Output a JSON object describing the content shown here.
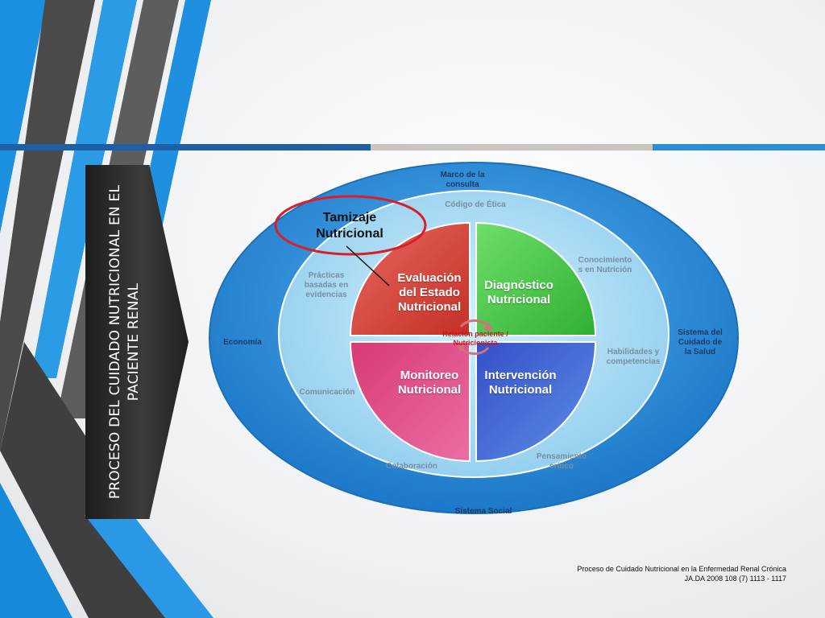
{
  "banner": {
    "title": "PROCESO DEL CUIDADO NUTRICIONAL EN EL PACIENTE RENAL"
  },
  "diagram": {
    "outer_ring": {
      "top": "Marco de la consulta",
      "left": "Economía",
      "right": "Sistema del Cuidado de la Salud",
      "bottom": "Sistema Social"
    },
    "inner_ring": {
      "top": "Código de Ética",
      "upper_left": "Prácticas basadas en evidencias",
      "upper_right": "Conocimientos en Nutrición",
      "right": "Habilidades y competencias",
      "left": "Comunicación",
      "bottom_left": "Colaboración",
      "bottom_right": "Pensamiento crítico"
    },
    "quadrants": {
      "top_left": "Evaluación del Estado Nutricional",
      "top_right": "Diagnóstico Nutricional",
      "bottom_left": "Monitoreo Nutricional",
      "bottom_right": "Intervención Nutricional"
    },
    "center": "Relación paciente / Nutricionista",
    "callout": "Tamizaje Nutricional",
    "colors": {
      "outer_ring": "#2f8fdc",
      "inner_ring": "#a9dcf4",
      "evaluacion": "#d9453c",
      "diagnostico": "#4cc94c",
      "monitoreo": "#d9457f",
      "intervencion": "#3f66d6",
      "callout": "#d8202b"
    }
  },
  "reference": {
    "line1": "Proceso de Cuidado Nutricional en la Enfermedad Renal Crónica",
    "line2": "JA.DA 2008 108 (7) 1113 - 1117"
  }
}
